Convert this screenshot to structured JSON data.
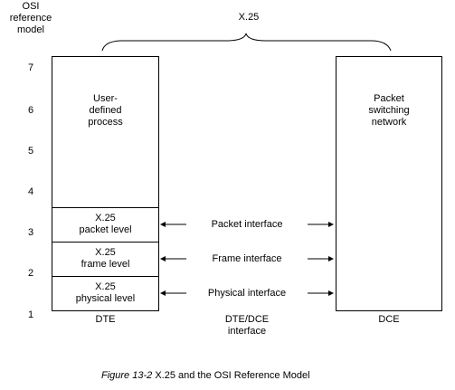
{
  "osi_label": "OSI\nreference\nmodel",
  "layer_numbers": [
    "7",
    "6",
    "5",
    "4",
    "3",
    "2",
    "1"
  ],
  "x25_label": "X.25",
  "dte": {
    "user_process": "User-\ndefined\nprocess",
    "packet_level": "X.25\npacket level",
    "frame_level": "X.25\nframe level",
    "physical_level": "X.25\nphysical level",
    "label": "DTE"
  },
  "dce": {
    "network": "Packet\nswitching\nnetwork",
    "label": "DCE"
  },
  "interfaces": {
    "packet": "Packet interface",
    "frame": "Frame interface",
    "physical": "Physical interface",
    "dte_dce": "DTE/DCE\ninterface"
  },
  "caption": {
    "figure": "Figure 13-2",
    "text": " X.25 and the OSI Reference Model"
  }
}
